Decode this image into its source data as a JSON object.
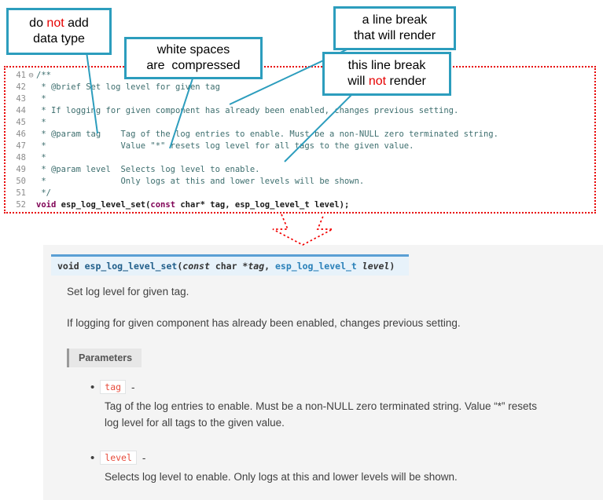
{
  "callouts": {
    "no_datatype": {
      "pre": "do ",
      "not": "not",
      "post": " add",
      "line2": "data type"
    },
    "whitespace": {
      "line1": "white spaces",
      "line2": "are  compressed"
    },
    "break_render": {
      "line1": "a line break",
      "line2": "that will render"
    },
    "break_no_render": {
      "line1": "this line break",
      "pre": "will ",
      "not": "not",
      "post": " render"
    }
  },
  "code": {
    "lines": [
      {
        "num": "41",
        "fold": "⊖",
        "text": "/**"
      },
      {
        "num": "42",
        "text": " * @brief Set log level for given tag"
      },
      {
        "num": "43",
        "text": " *"
      },
      {
        "num": "44",
        "text": " * If logging for given component has already been enabled, changes previous setting."
      },
      {
        "num": "45",
        "text": " *"
      },
      {
        "num": "46",
        "text": " * @param tag    Tag of the log entries to enable. Must be a non-NULL zero terminated string."
      },
      {
        "num": "47",
        "text": " *               Value \"*\" resets log level for all tags to the given value."
      },
      {
        "num": "48",
        "text": " *"
      },
      {
        "num": "49",
        "text": " * @param level  Selects log level to enable."
      },
      {
        "num": "50",
        "text": " *               Only logs at this and lower levels will be shown."
      },
      {
        "num": "51",
        "text": " */"
      }
    ],
    "last_line": {
      "num": "52",
      "kw1": "void",
      "mid": " esp_log_level_set(",
      "kw2": "const",
      "rest": " char* tag, esp_log_level_t level);"
    }
  },
  "docs": {
    "signature": {
      "kw_void": "void",
      "name": " esp_log_level_set",
      "open": "(",
      "kw_const": "const",
      "char_ptr": " char *",
      "arg1": "tag",
      "comma": ", ",
      "type2": "esp_log_level_t",
      "arg2": " level",
      "close": ")"
    },
    "para1": "Set log level for given tag.",
    "para2": "If logging for given component has already been enabled, changes previous setting.",
    "params_label": "Parameters",
    "bullet": "•",
    "items": [
      {
        "name": "tag",
        "dash": "-",
        "desc": "Tag of the log entries to enable. Must be a non-NULL zero terminated string. Value “*” resets log level for all tags to the given value."
      },
      {
        "name": "level",
        "dash": "-",
        "desc": "Selects log level to enable. Only logs at this and lower levels will be shown."
      }
    ]
  },
  "colors": {
    "callout_teal": "#2c9dbd",
    "dotted_red": "#e80000",
    "comment_text": "#3d6e6e",
    "keyword": "#7f0055",
    "signature_bg": "#e7f2fa",
    "signature_border": "#5a9fd4",
    "chip_text": "#e74c3c",
    "docs_bg": "#f4f4f4"
  }
}
